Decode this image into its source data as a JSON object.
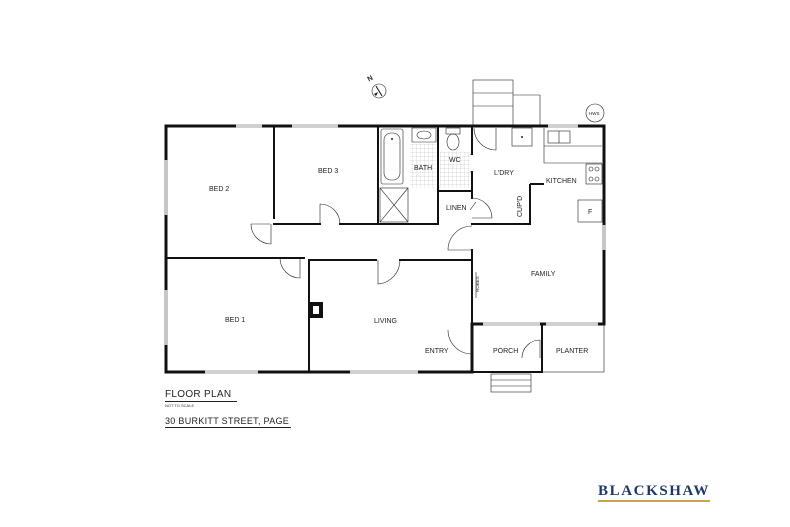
{
  "plan": {
    "compass_letter": "N",
    "hws_label": "HWS",
    "rooms": {
      "bed2": "BED 2",
      "bed3": "BED 3",
      "bath": "BATH",
      "wc": "WC",
      "laundry": "L'DRY",
      "kitchen": "KITCHEN",
      "linen": "LINEN",
      "cupboard": "CUP'D",
      "fridge": "F",
      "family": "FAMILY",
      "bed1": "BED 1",
      "living": "LIVING",
      "entry": "ENTRY",
      "porch": "PORCH",
      "planter": "PLANTER",
      "robes": "ROBES"
    }
  },
  "caption": {
    "title": "FLOOR PLAN",
    "scale_note": "NOT TO SCALE",
    "address": "30 BURKITT STREET, PAGE"
  },
  "brand": {
    "name": "BLACKSHAW",
    "color": "#1f3768",
    "accent": "#c8a44a"
  }
}
